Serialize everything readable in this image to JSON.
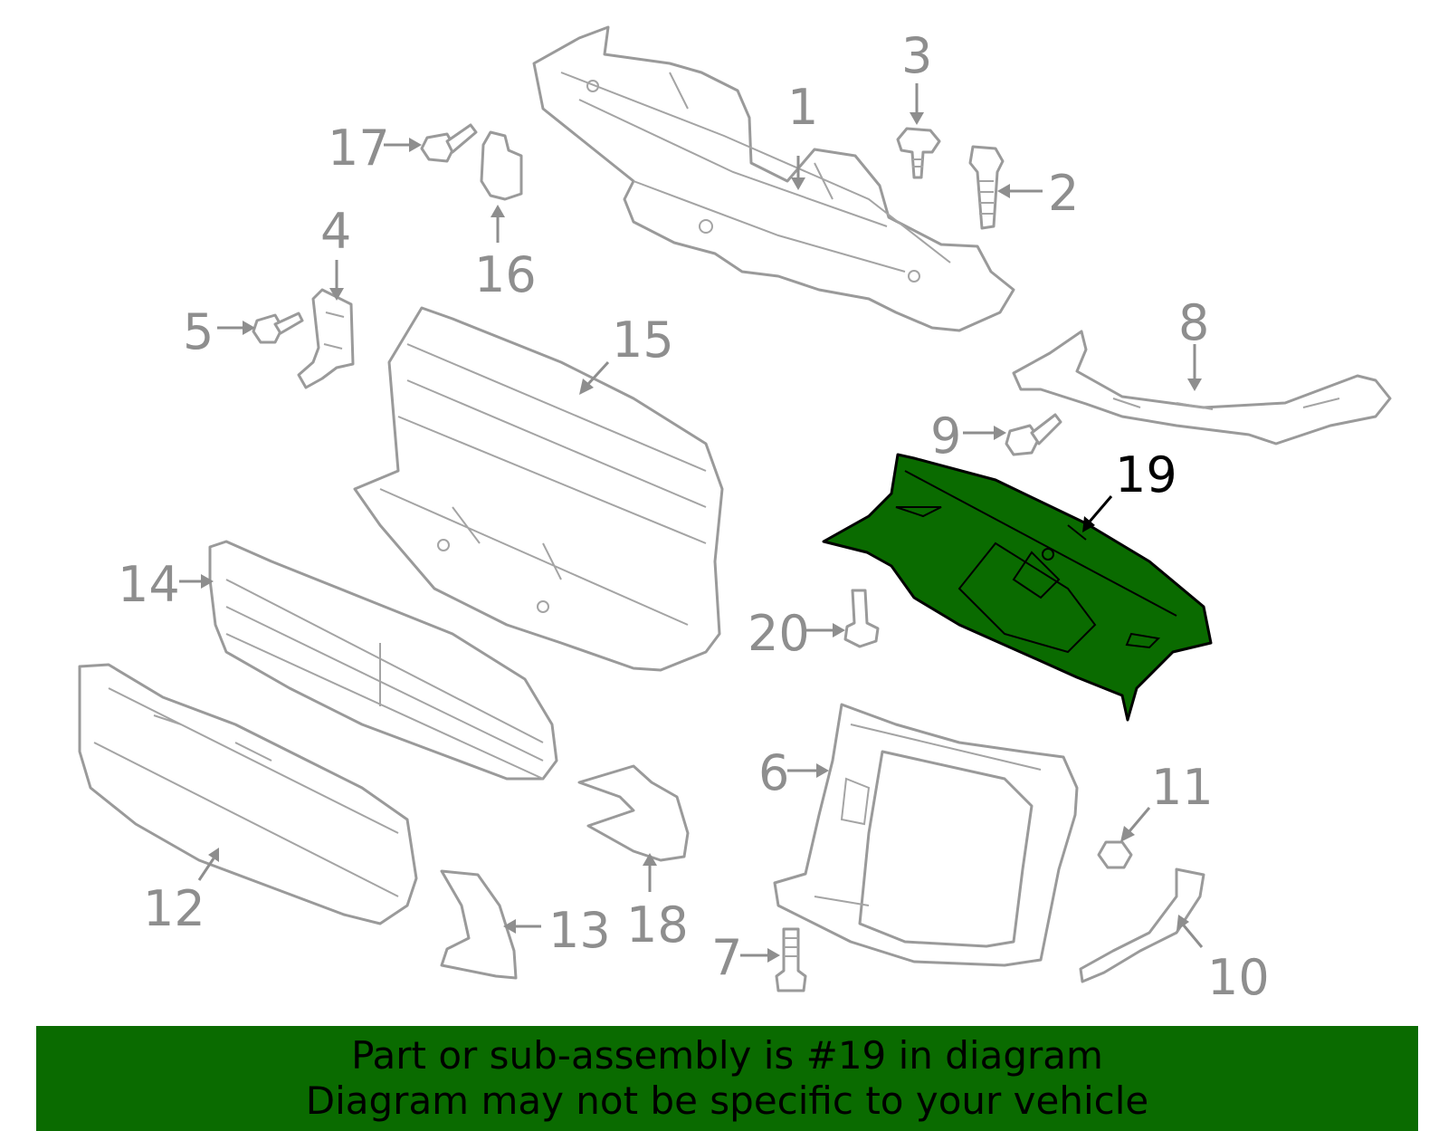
{
  "callouts": [
    {
      "id": "1",
      "label": "1"
    },
    {
      "id": "2",
      "label": "2"
    },
    {
      "id": "3",
      "label": "3"
    },
    {
      "id": "4",
      "label": "4"
    },
    {
      "id": "5",
      "label": "5"
    },
    {
      "id": "6",
      "label": "6"
    },
    {
      "id": "7",
      "label": "7"
    },
    {
      "id": "8",
      "label": "8"
    },
    {
      "id": "9",
      "label": "9"
    },
    {
      "id": "10",
      "label": "10"
    },
    {
      "id": "11",
      "label": "11"
    },
    {
      "id": "12",
      "label": "12"
    },
    {
      "id": "13",
      "label": "13"
    },
    {
      "id": "14",
      "label": "14"
    },
    {
      "id": "15",
      "label": "15"
    },
    {
      "id": "16",
      "label": "16"
    },
    {
      "id": "17",
      "label": "17"
    },
    {
      "id": "18",
      "label": "18"
    },
    {
      "id": "19",
      "label": "19"
    },
    {
      "id": "20",
      "label": "20"
    }
  ],
  "highlighted_part": "19",
  "colors": {
    "highlight_fill": "#0a6b00",
    "part_outline": "#9a9a9a",
    "callout_text": "#8e8e8e",
    "banner_background": "#0a6b00",
    "banner_text": "#000000"
  },
  "banner": {
    "line1": "Part or sub-assembly is #19 in diagram",
    "line2": "Diagram may not be specific to your vehicle"
  }
}
